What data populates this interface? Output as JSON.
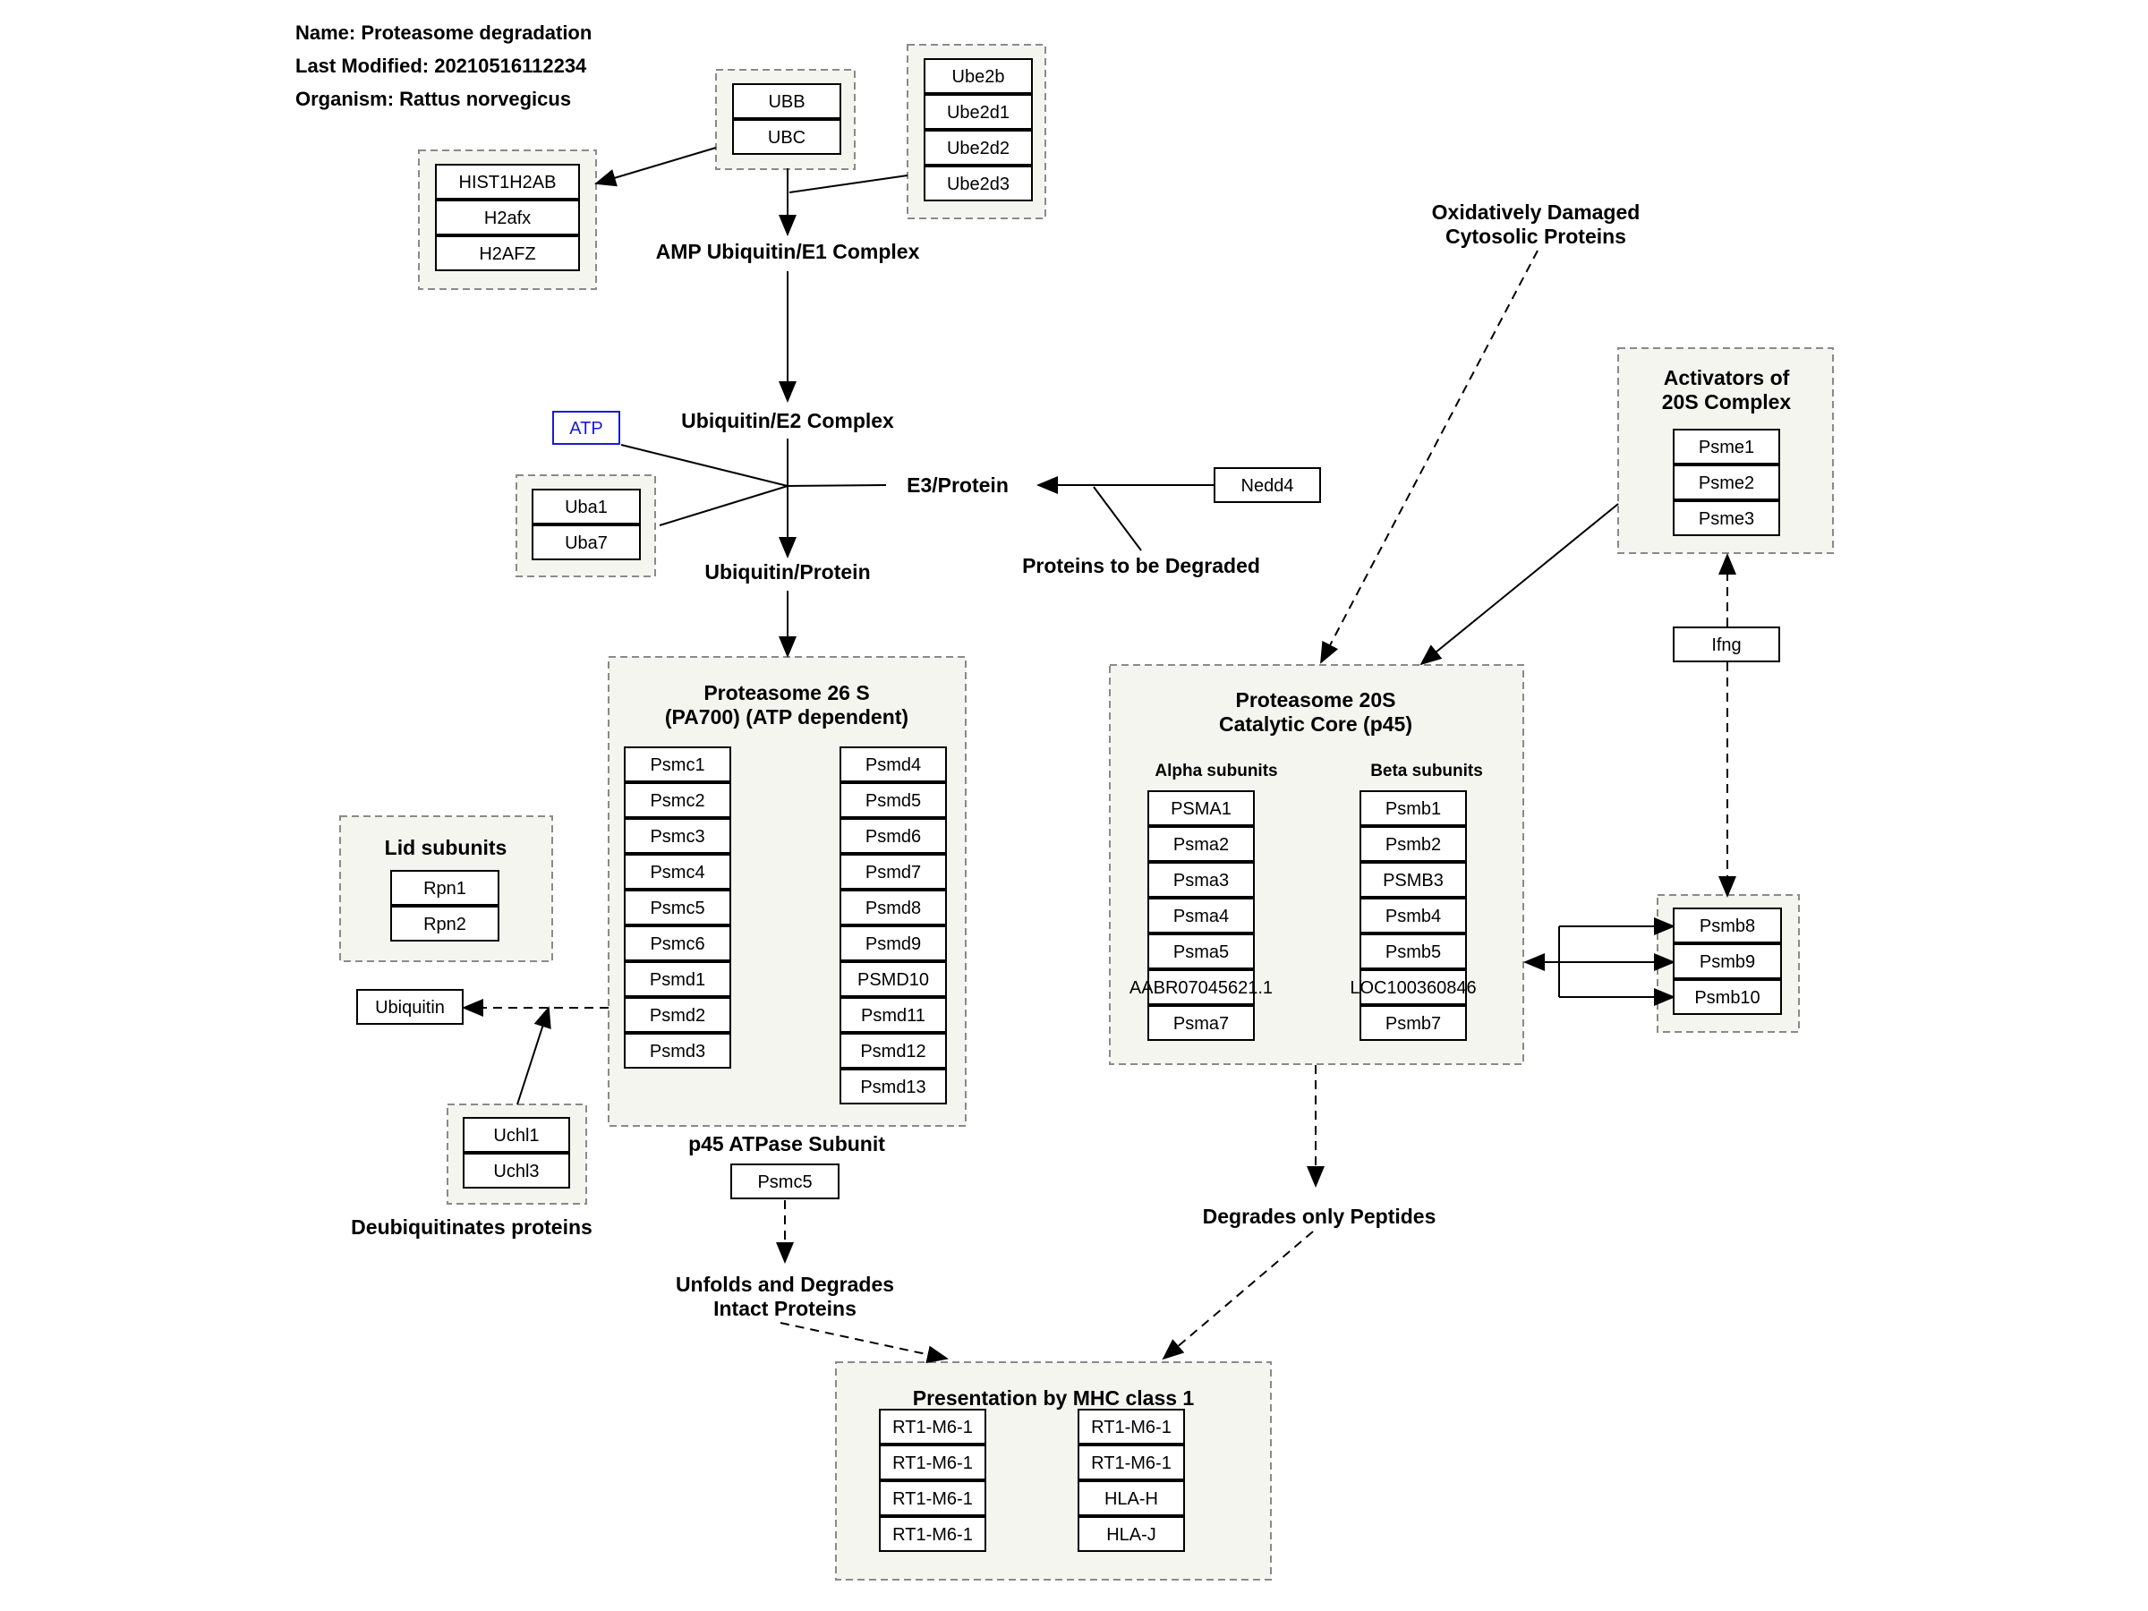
{
  "meta": {
    "name": "Name: Proteasome degradation",
    "modified": "Last Modified: 20210516112234",
    "organism": "Organism: Rattus norvegicus"
  },
  "labels": {
    "amp_e1": "AMP Ubiquitin/E1 Complex",
    "ub_e2": "Ubiquitin/E2 Complex",
    "e3": "E3/Protein",
    "ub_protein": "Ubiquitin/Protein",
    "to_degrade": "Proteins to be Degraded",
    "oxid_1": "Oxidatively Damaged",
    "oxid_2": "Cytosolic Proteins",
    "p26_1": "Proteasome 26 S",
    "p26_2": "(PA700) (ATP dependent)",
    "p20_1": "Proteasome 20S",
    "p20_2": "Catalytic Core (p45)",
    "alpha": "Alpha subunits",
    "beta": "Beta subunits",
    "act_1": "Activators of",
    "act_2": "20S Complex",
    "lid": "Lid subunits",
    "p45": "p45 ATPase Subunit",
    "deubiq": "Deubiquitinates proteins",
    "unfold_1": "Unfolds and Degrades",
    "unfold_2": "Intact Proteins",
    "peptides": "Degrades only Peptides",
    "mhc": "Presentation by MHC class 1"
  },
  "nodes": {
    "ubb": "UBB",
    "ubc": "UBC",
    "ube2b": "Ube2b",
    "ube2d1": "Ube2d1",
    "ube2d2": "Ube2d2",
    "ube2d3": "Ube2d3",
    "hist1h2ab": "HIST1H2AB",
    "h2afx": "H2afx",
    "h2afz": "H2AFZ",
    "atp": "ATP",
    "uba1": "Uba1",
    "uba7": "Uba7",
    "nedd4": "Nedd4",
    "psme1": "Psme1",
    "psme2": "Psme2",
    "psme3": "Psme3",
    "ifng": "Ifng",
    "rpn1": "Rpn1",
    "rpn2": "Rpn2",
    "ubiquitin": "Ubiquitin",
    "uchl1": "Uchl1",
    "uchl3": "Uchl3",
    "psmc5_single": "Psmc5",
    "psmb8": "Psmb8",
    "psmb9": "Psmb9",
    "psmb10": "Psmb10"
  },
  "p26_left": [
    "Psmc1",
    "Psmc2",
    "Psmc3",
    "Psmc4",
    "Psmc5",
    "Psmc6",
    "Psmd1",
    "Psmd2",
    "Psmd3"
  ],
  "p26_right": [
    "Psmd4",
    "Psmd5",
    "Psmd6",
    "Psmd7",
    "Psmd8",
    "Psmd9",
    "PSMD10",
    "Psmd11",
    "Psmd12",
    "Psmd13"
  ],
  "alpha_list": [
    "PSMA1",
    "Psma2",
    "Psma3",
    "Psma4",
    "Psma5",
    "AABR07045621.1",
    "Psma7"
  ],
  "beta_list": [
    "Psmb1",
    "Psmb2",
    "PSMB3",
    "Psmb4",
    "Psmb5",
    "LOC100360846",
    "Psmb7"
  ],
  "mhc_left": [
    "RT1-M6-1",
    "RT1-M6-1",
    "RT1-M6-1",
    "RT1-M6-1"
  ],
  "mhc_right": [
    "RT1-M6-1",
    "RT1-M6-1",
    "HLA-H",
    "HLA-J"
  ]
}
